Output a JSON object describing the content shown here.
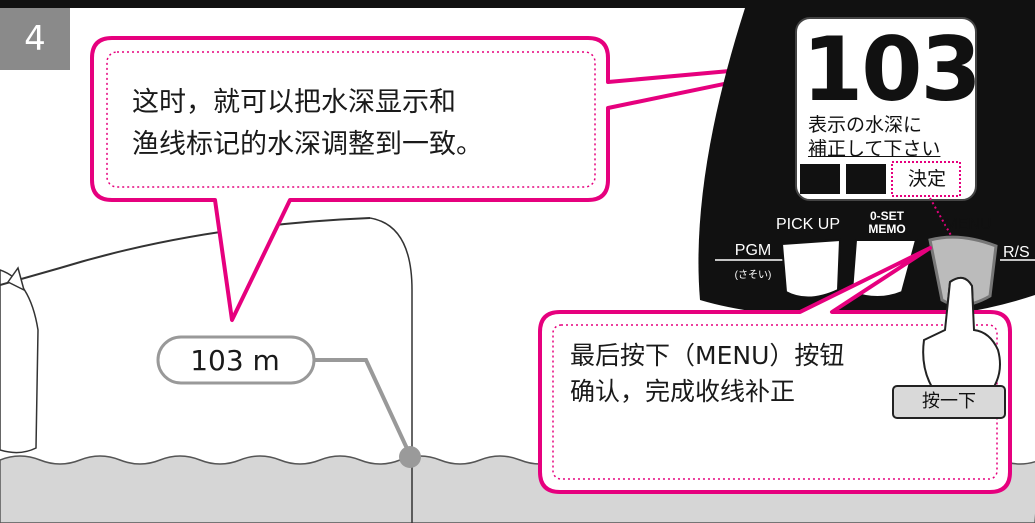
{
  "step": {
    "number": "4"
  },
  "bubble_main": {
    "line1": "这时，就可以把水深显示和",
    "line2": "渔线标记的水深调整到一致。"
  },
  "depth_marker": {
    "label": "103 m"
  },
  "reel_display": {
    "digits": "103",
    "message_line1": "表示の水深に",
    "message_line2": "補正して下さい",
    "confirm_label": "決定"
  },
  "reel_buttons": {
    "pickup": "PICK UP",
    "oset_line1": "0-SET",
    "oset_line2": "MEMO",
    "menu": "MENU",
    "pgm": "PGM",
    "sasoi": "(さそい)",
    "rs": "R/S"
  },
  "bubble_instruction": {
    "line1": "最后按下（MENU）按钮",
    "line2": "确认，完成收线补正"
  },
  "press_label": "按一下",
  "colors": {
    "accent": "#e6007e",
    "step_badge": "#8a8a8a",
    "water": "#d6d6d6",
    "reel_body": "#111111"
  }
}
